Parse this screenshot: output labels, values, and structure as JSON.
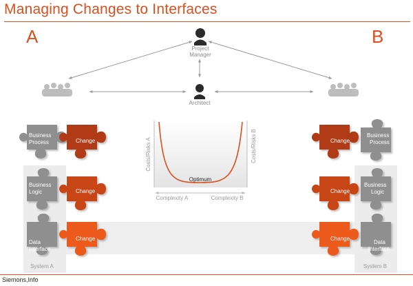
{
  "title": "Managing Changes to Interfaces",
  "labels": {
    "a": "A",
    "b": "B",
    "project_manager": [
      "Project",
      "Manager"
    ],
    "architect": "Architect",
    "change": "Change",
    "business_process": [
      "Business",
      "Process"
    ],
    "business_logic": [
      "Business",
      "Logic"
    ],
    "data_interface": [
      "Data",
      "Interface"
    ],
    "system_a": "System A",
    "system_b": "System B",
    "costs_risks_a": "Costs/Risks A",
    "costs_risks_b": "Costs/Risks B",
    "optimum": "Optimum",
    "complexity_a": "Complexity A",
    "complexity_b": "Complexity B"
  },
  "footer": "Siemons,Info",
  "colors": {
    "accent": "#d94f1e",
    "change_dark": "#b03a12",
    "change_mid": "#c84414",
    "change_light": "#ec5a1c",
    "system_piece": "#8f8f8f",
    "panel": "#ececec"
  }
}
